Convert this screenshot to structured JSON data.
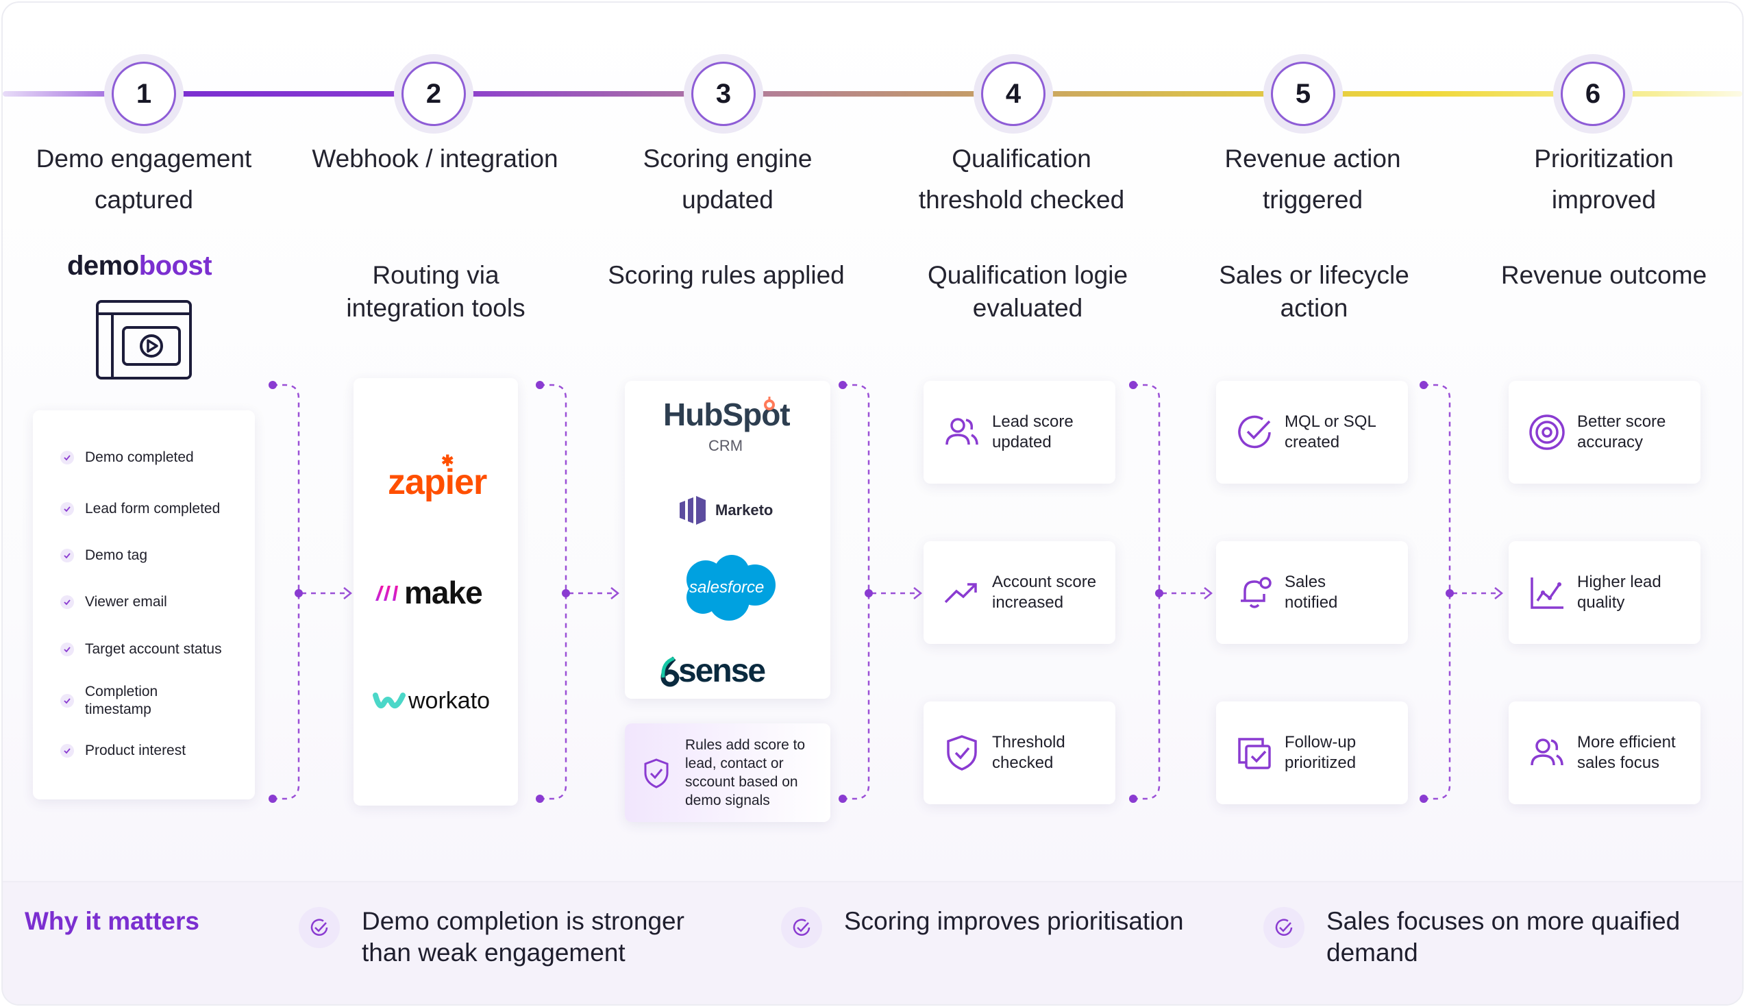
{
  "steps": [
    {
      "num": "1",
      "title_l1": "Demo engagement",
      "title_l2": "captured"
    },
    {
      "num": "2",
      "title_l1": "Webhook / integration",
      "title_l2": ""
    },
    {
      "num": "3",
      "title_l1": "Scoring engine",
      "title_l2": "updated"
    },
    {
      "num": "4",
      "title_l1": "Qualification",
      "title_l2": "threshold checked"
    },
    {
      "num": "5",
      "title_l1": "Revenue action",
      "title_l2": "triggered"
    },
    {
      "num": "6",
      "title_l1": "Prioritization",
      "title_l2": "improved"
    }
  ],
  "col1": {
    "logo_a": "demo",
    "logo_b": "boost",
    "items": [
      "Demo completed",
      "Lead form completed",
      "Demo tag",
      "Viewer email",
      "Target account status",
      "Completion",
      "timestamp",
      "Product interest"
    ]
  },
  "col2": {
    "sub_l1": "Routing via",
    "sub_l2": "integration tools",
    "logos": {
      "zapier": "zapier",
      "make": "make",
      "workato": "workato"
    }
  },
  "col3": {
    "sub_l1": "Scoring rules applied",
    "logos": {
      "hubspot": "HubSpot",
      "crm": "CRM",
      "marketo": "Marketo",
      "salesforce": "salesforce",
      "sixsense": "sense"
    },
    "note": [
      "Rules add score to",
      "lead, contact or",
      "sccount based on",
      "demo signals"
    ]
  },
  "col4": {
    "sub_l1": "Qualification logie",
    "sub_l2": "evaluated",
    "cards": [
      {
        "icon": "users-icon",
        "l1": "Lead score",
        "l2": "updated"
      },
      {
        "icon": "trend-up-icon",
        "l1": "Account score",
        "l2": "increased"
      },
      {
        "icon": "shield-check-icon",
        "l1": "Threshold",
        "l2": "checked"
      }
    ]
  },
  "col5": {
    "sub_l1": "Sales or lifecycle",
    "sub_l2": "action",
    "cards": [
      {
        "icon": "check-circle-icon",
        "l1": "MQL or SQL",
        "l2": "created"
      },
      {
        "icon": "bell-icon",
        "l1": "Sales",
        "l2": "notified"
      },
      {
        "icon": "checkbox-icon",
        "l1": "Follow-up",
        "l2": "prioritized"
      }
    ]
  },
  "col6": {
    "sub_l1": "Revenue outcome",
    "cards": [
      {
        "icon": "target-icon",
        "l1": "Better score",
        "l2": "accuracy"
      },
      {
        "icon": "line-chart-icon",
        "l1": "Higher lead",
        "l2": "quality"
      },
      {
        "icon": "users-icon",
        "l1": "More efficient",
        "l2": "sales focus"
      }
    ]
  },
  "why": {
    "title": "Why it matters",
    "items": [
      {
        "l1": "Demo completion is stronger",
        "l2": "than weak engagement"
      },
      {
        "l1": "Scoring improves prioritisation",
        "l2": ""
      },
      {
        "l1": "Sales focuses on more quaified",
        "l2": "demand"
      }
    ]
  },
  "colors": {
    "accent": "#7b2fd0",
    "icon_stroke": "#8a3bd1",
    "zapier": "#ff4f00",
    "hubspot": "#ff7a59"
  }
}
